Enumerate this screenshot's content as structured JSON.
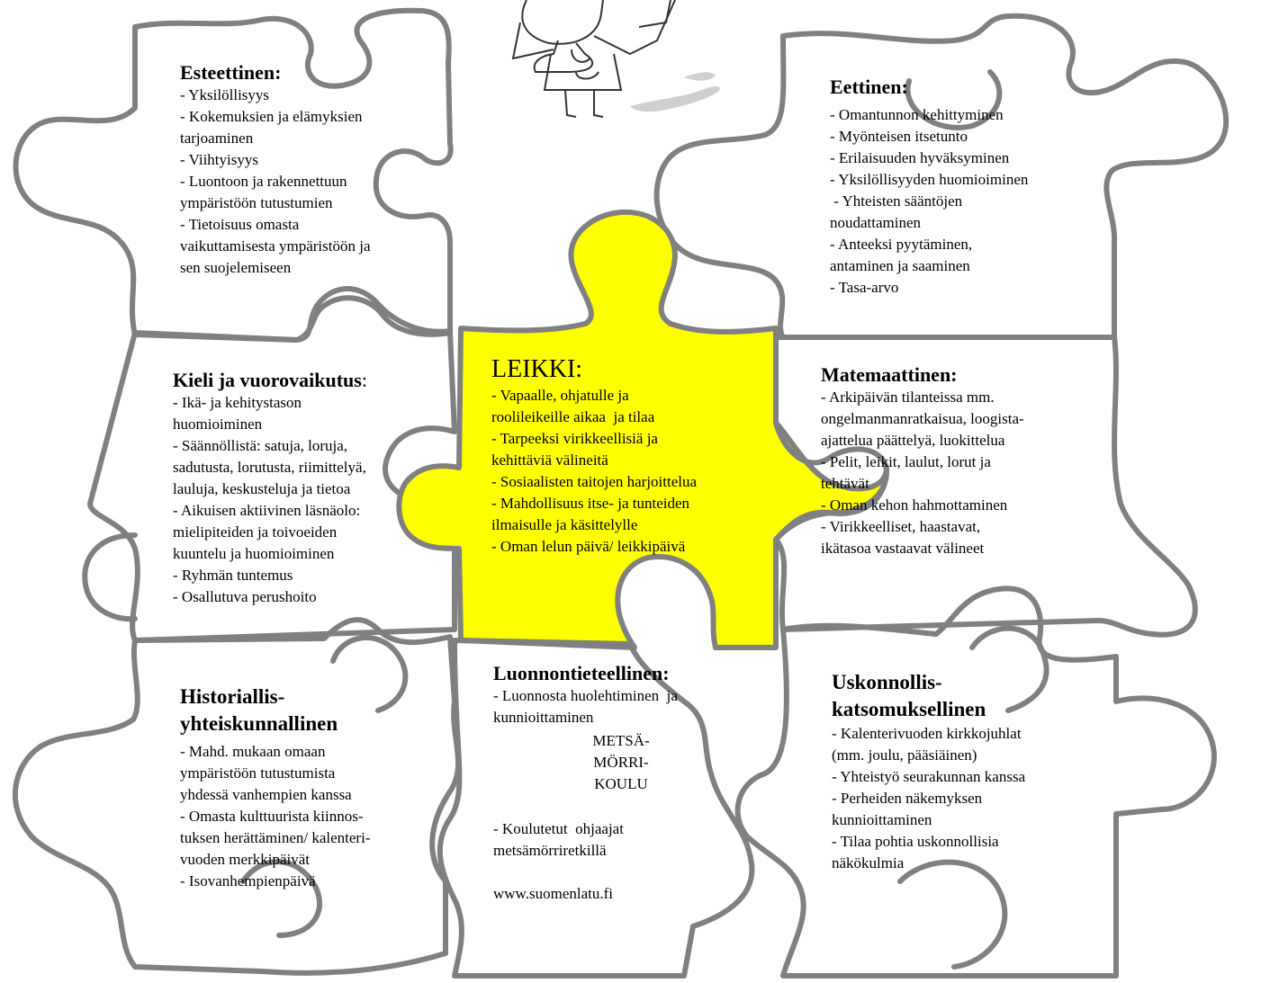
{
  "pieces": {
    "esteettinen": {
      "title": "Esteettinen:",
      "items": [
        "- Yksilöllisyys",
        "- Kokemuksien ja elämyksien",
        "tarjoaminen",
        "- Viihtyisyys",
        "- Luontoon ja rakennettuun",
        "ympäristöön tutustumien",
        "- Tietoisuus omasta",
        "vaikuttamisesta ympäristöön ja",
        "sen suojelemiseen"
      ]
    },
    "eettinen": {
      "title": "Eettinen:",
      "items": [
        "- Omantunnon kehittyminen",
        "- Myönteisen itsetunto",
        "- Erilaisuuden hyväksyminen",
        "- Yksilöllisyyden huomioiminen",
        " - Yhteisten sääntöjen",
        "noudattaminen",
        "- Anteeksi pyytäminen,",
        "antaminen ja saaminen",
        "- Tasa-arvo"
      ]
    },
    "kieli": {
      "title": "Kieli ja vuorovaikutus",
      "title_suffix": ":",
      "items": [
        "- Ikä- ja kehitystason",
        "huomioiminen",
        "- Säännöllistä: satuja, loruja,",
        "sadutusta, lorutusta, riimittelyä,",
        "lauluja, keskusteluja ja tietoa",
        "- Aikuisen aktiivinen läsnäolo:",
        "mielipiteiden ja toivoeiden",
        "kuuntelu ja huomioiminen",
        "- Ryhmän tuntemus",
        "- Osallutuva perushoito"
      ]
    },
    "leikki": {
      "title": "LEIKKI:",
      "items": [
        "- Vapaalle, ohjatulle ja",
        "roolileikeille aikaa  ja tilaa",
        "- Tarpeeksi virikkeellisiä ja",
        "kehittäviä välineitä",
        "- Sosiaalisten taitojen harjoittelua",
        "- Mahdollisuus itse- ja tunteiden",
        "ilmaisulle ja käsittelylle",
        "- Oman lelun päivä/ leikkipäivä"
      ]
    },
    "matemaattinen": {
      "title": "Matemaattinen:",
      "items": [
        "- Arkipäivän tilanteissa mm.",
        "ongelmanmanratkaisua, loogista-",
        "ajattelua päättelyä, luokittelua",
        "- Pelit, leikit, laulut, lorut ja",
        "tehtävät",
        "- Oman kehon hahmottaminen",
        "- Virikkeelliset, haastavat,",
        "ikätasoa vastaavat välineet"
      ]
    },
    "historiallis": {
      "title_line1": "Historiallis-",
      "title_line2": "yhteiskunnallinen",
      "items": [
        "- Mahd. mukaan omaan",
        "ympäristöön tutustumista",
        "yhdessä vanhempien kanssa",
        "- Omasta kulttuurista kiinnos-",
        "tuksen herättäminen/ kalenteri-",
        "vuoden merkkipäivät",
        "- Isovanhempienpäivä"
      ]
    },
    "luonnontieteellinen": {
      "title": "Luonnontieteellinen:",
      "items": [
        "- Luonnosta huolehtiminen  ja",
        "kunnioittaminen"
      ],
      "metsa": [
        "METSÄ-",
        "MÖRRI-",
        "KOULU"
      ],
      "extra": [
        "- Koulutetut  ohjaajat",
        "metsämörriretkillä"
      ],
      "link": "www.suomenlatu.fi"
    },
    "uskonnollis": {
      "title_line1": "Uskonnollis-",
      "title_line2": "katsomuksellinen",
      "items": [
        "- Kalenterivuoden kirkkojuhlat",
        "(mm. joulu, pääsiäinen)",
        "- Yhteistyö seurakunnan kanssa",
        "- Perheiden näkemyksen",
        "kunnioittaminen",
        "- Tilaa pohtia uskonnollisia",
        "näkökulmia"
      ]
    }
  },
  "colors": {
    "center_piece": "#ffff00",
    "outline": "#808080"
  },
  "illustration": "girl-holding-sign-icon"
}
